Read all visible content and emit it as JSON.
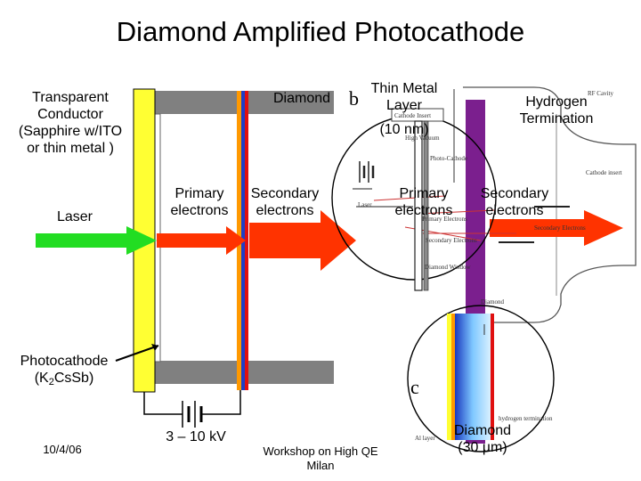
{
  "title": "Diamond Amplified Photocathode",
  "labels": {
    "transparent_conductor": [
      "Transparent",
      "Conductor",
      "(Sapphire w/ITO",
      "or thin metal )"
    ],
    "laser": "Laser",
    "primary_electrons": [
      "Primary",
      "electrons"
    ],
    "secondary_electrons": [
      "Secondary",
      "electrons"
    ],
    "diamond": "Diamond",
    "thin_metal_layer": [
      "Thin Metal",
      "Layer"
    ],
    "thin_metal_thickness": "(10 nm)",
    "hydrogen_termination": [
      "Hydrogen",
      "Termination"
    ],
    "primary_electrons_right": [
      "Primary",
      "electrons"
    ],
    "secondary_electrons_right": [
      "Secondary",
      "electrons"
    ],
    "photocathode": "Photocathode",
    "photocathode_formula_a": "(K",
    "photocathode_formula_sub": "2",
    "photocathode_formula_b": "CsSb)",
    "voltage": "3 – 10 kV",
    "diamond_thickness": [
      "Diamond",
      "(30 µm)"
    ]
  },
  "panel_letters": {
    "b": "b",
    "c": "c"
  },
  "sketch_labels": {
    "rf_cavity": "RF Cavity",
    "cathode_insert": "Cathode Insert",
    "high_vacuum": "High Vacuum",
    "photo_cathode": "Photo-Cathode",
    "cathode_insert_2": "Cathode insert",
    "primary_electrons": "Primary Electrons",
    "secondary_electrons": "Secondary Electrons",
    "laser": "Laser",
    "diamond_window": "Diamond Window",
    "diamond": "Diamond",
    "al_layer": "Al layer",
    "hydrogen_termination": "hydrogen termination"
  },
  "footer": {
    "date": "10/4/06",
    "workshop": [
      "Workshop on High QE",
      "Milan"
    ]
  },
  "colors": {
    "conductor": "#ffff33",
    "diamond_gray": "#808080",
    "purple": "#7b1f8e",
    "orange_layer": "#ff9900",
    "blue_layer": "#1e3fc8",
    "red_layer": "#e01010",
    "laser_green": "#22dd22",
    "electron_red": "#ff3300"
  }
}
